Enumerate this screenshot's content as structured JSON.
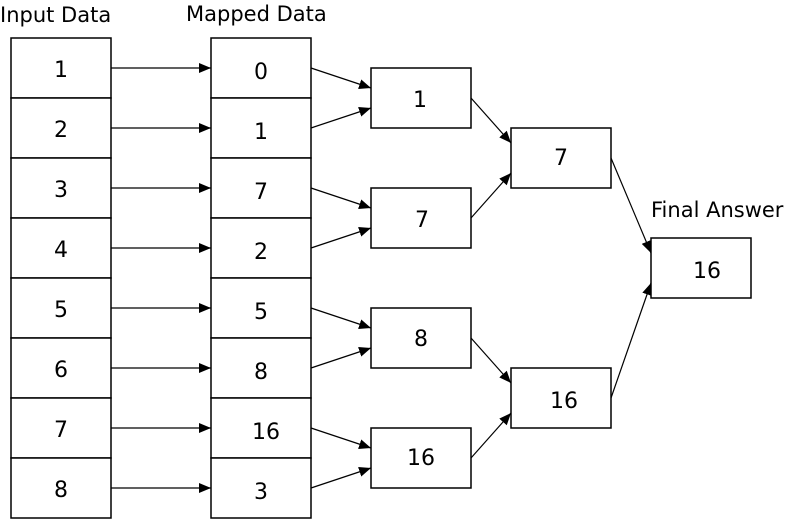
{
  "headings": {
    "input": "Input Data",
    "mapped": "Mapped Data",
    "final": "Final Answer"
  },
  "input_values": [
    "1",
    "2",
    "3",
    "4",
    "5",
    "6",
    "7",
    "8"
  ],
  "mapped_values": [
    "0",
    "1",
    "7",
    "2",
    "5",
    "8",
    "16",
    "3"
  ],
  "reduce_level_1": [
    "1",
    "7",
    "8",
    "16"
  ],
  "reduce_level_2": [
    "7",
    "16"
  ],
  "final_answer": "16",
  "colors": {
    "stroke": "#000000",
    "fill": "#ffffff"
  }
}
